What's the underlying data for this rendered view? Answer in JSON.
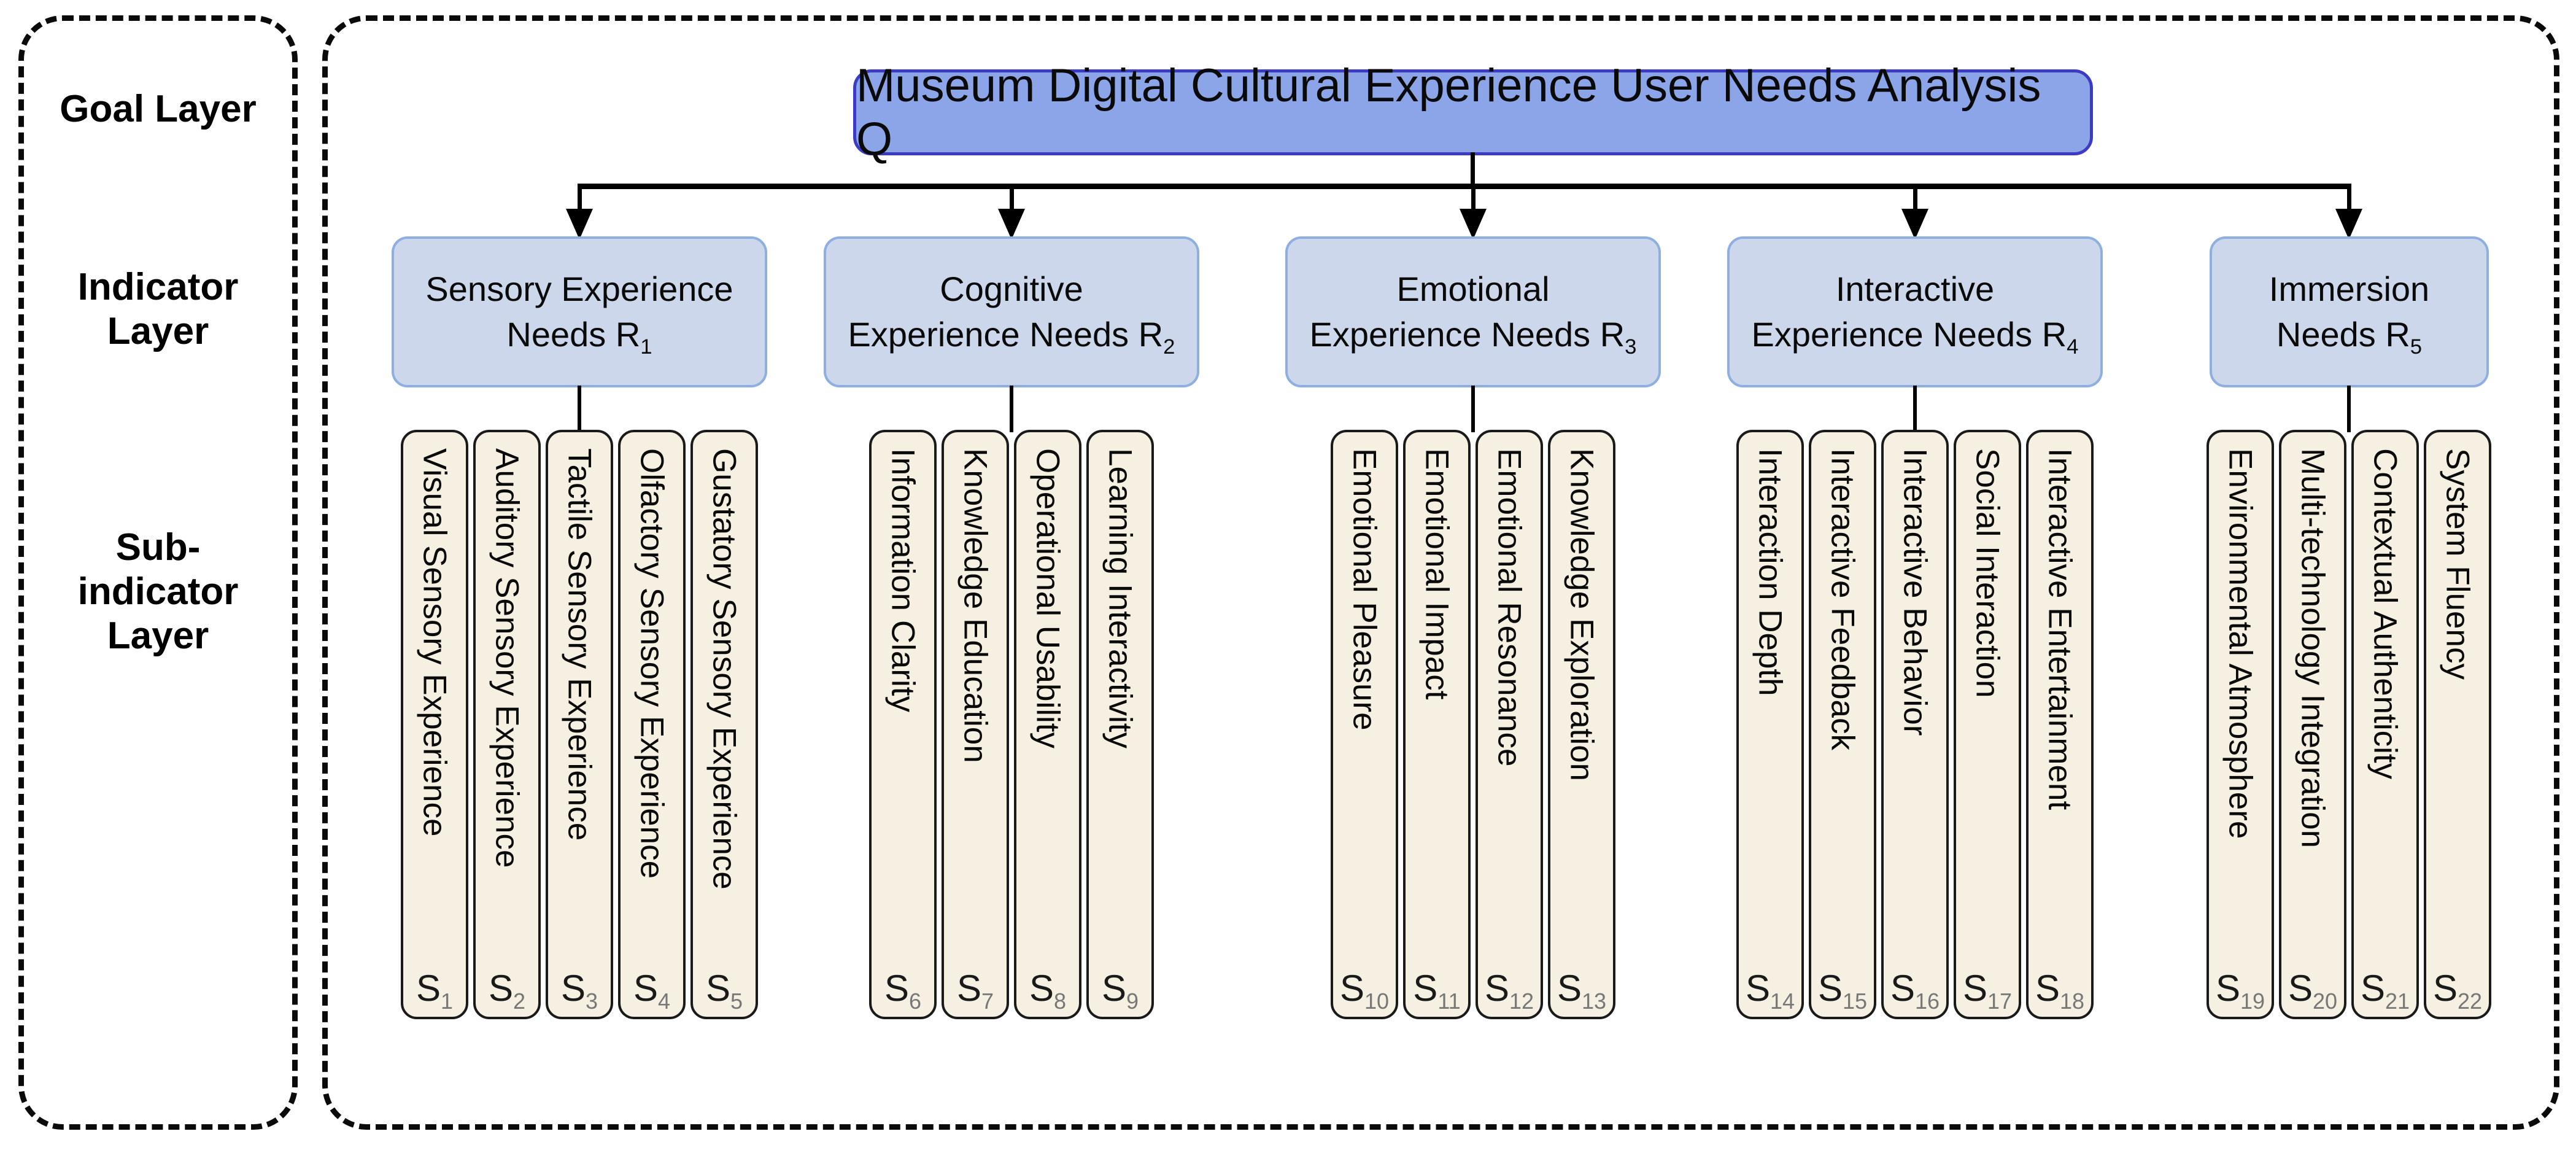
{
  "sidebar": {
    "goal_label": "Goal Layer",
    "indicator_line1": "Indicator",
    "indicator_line2": "Layer",
    "sub_line1": "Sub-",
    "sub_line2": "indicator",
    "sub_line3": "Layer"
  },
  "goal": {
    "title": "Museum Digital Cultural Experience User Needs Analysis Q"
  },
  "indicators": [
    {
      "line1": "Sensory Experience",
      "line2": "Needs R",
      "rsub": "1",
      "items": [
        {
          "label": "Visual Sensory Experience",
          "code": "S",
          "sub": "1"
        },
        {
          "label": "Auditory Sensory Experience",
          "code": "S",
          "sub": "2"
        },
        {
          "label": "Tactile Sensory Experience",
          "code": "S",
          "sub": "3"
        },
        {
          "label": "Olfactory Sensory Experience",
          "code": "S",
          "sub": "4"
        },
        {
          "label": "Gustatory Sensory Experience",
          "code": "S",
          "sub": "5"
        }
      ]
    },
    {
      "line1": "Cognitive",
      "line2": "Experience Needs R",
      "rsub": "2",
      "items": [
        {
          "label": "Information Clarity",
          "code": "S",
          "sub": "6"
        },
        {
          "label": "Knowledge Education",
          "code": "S",
          "sub": "7"
        },
        {
          "label": "Operational Usability",
          "code": "S",
          "sub": "8"
        },
        {
          "label": "Learning Interactivity",
          "code": "S",
          "sub": "9"
        }
      ]
    },
    {
      "line1": "Emotional",
      "line2": "Experience Needs R",
      "rsub": "3",
      "items": [
        {
          "label": "Emotional Pleasure",
          "code": "S",
          "sub": "10"
        },
        {
          "label": "Emotional Impact",
          "code": "S",
          "sub": "11"
        },
        {
          "label": "Emotional Resonance",
          "code": "S",
          "sub": "12"
        },
        {
          "label": "Knowledge Exploration",
          "code": "S",
          "sub": "13"
        }
      ]
    },
    {
      "line1": "Interactive",
      "line2": "Experience Needs R",
      "rsub": "4",
      "items": [
        {
          "label": "Interaction Depth",
          "code": "S",
          "sub": "14"
        },
        {
          "label": "Interactive Feedback",
          "code": "S",
          "sub": "15"
        },
        {
          "label": "Interactive Behavior",
          "code": "S",
          "sub": "16"
        },
        {
          "label": "Social Interaction",
          "code": "S",
          "sub": "17"
        },
        {
          "label": "Interactive Entertainment",
          "code": "S",
          "sub": "18"
        }
      ]
    },
    {
      "line1": "Immersion",
      "line2": "Needs R",
      "rsub": "5",
      "items": [
        {
          "label": "Environmental Atmosphere",
          "code": "S",
          "sub": "19"
        },
        {
          "label": "Multi-technology Integration",
          "code": "S",
          "sub": "20"
        },
        {
          "label": "Contextual Authenticity",
          "code": "S",
          "sub": "21"
        },
        {
          "label": "System Fluency",
          "code": "S",
          "sub": "22"
        }
      ]
    }
  ],
  "colors": {
    "goal_fill": "#8CA4E8",
    "goal_border": "#3B3BC4",
    "indicator_fill": "#CCD7EC",
    "indicator_border": "#8FAFE0",
    "pill_fill": "#F5F0E2",
    "pill_border": "#1A1A1A",
    "connector_line": "#000000",
    "subscript_gray": "#777777"
  }
}
